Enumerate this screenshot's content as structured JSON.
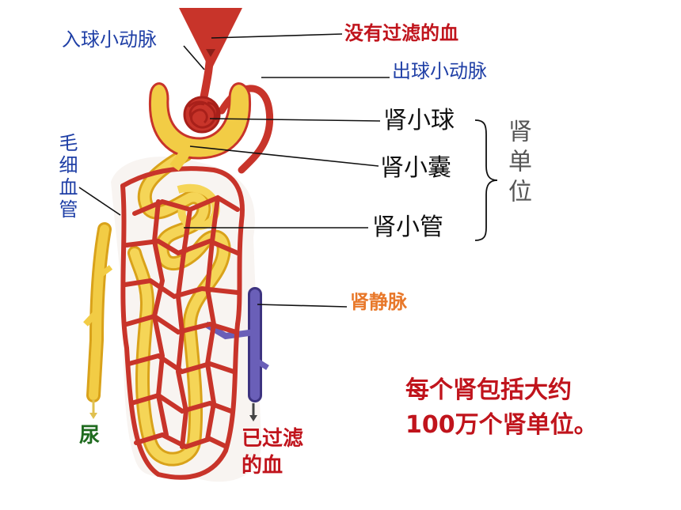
{
  "labels": {
    "afferent_arteriole": "入球小动脉",
    "unfiltered_blood": "没有过滤的血",
    "efferent_arteriole": "出球小动脉",
    "glomerulus": "肾小球",
    "bowman_capsule": "肾小囊",
    "renal_tubule": "肾小管",
    "capillary": "毛细血管",
    "nephron": "肾单位",
    "renal_vein": "肾静脉",
    "urine": "尿",
    "filtered_blood": "已过滤的血",
    "filtered_blood_line1": "已过滤",
    "filtered_blood_line2": "的血"
  },
  "note": {
    "line1": "每个肾包括大约",
    "line2": "100万个肾单位。"
  },
  "colors": {
    "artery": "#c8342a",
    "tubule": "#f2cc45",
    "vein": "#5a4fa0",
    "label_blue": "#1f3fa6",
    "label_red": "#c0141c",
    "label_orange": "#e8782a"
  }
}
